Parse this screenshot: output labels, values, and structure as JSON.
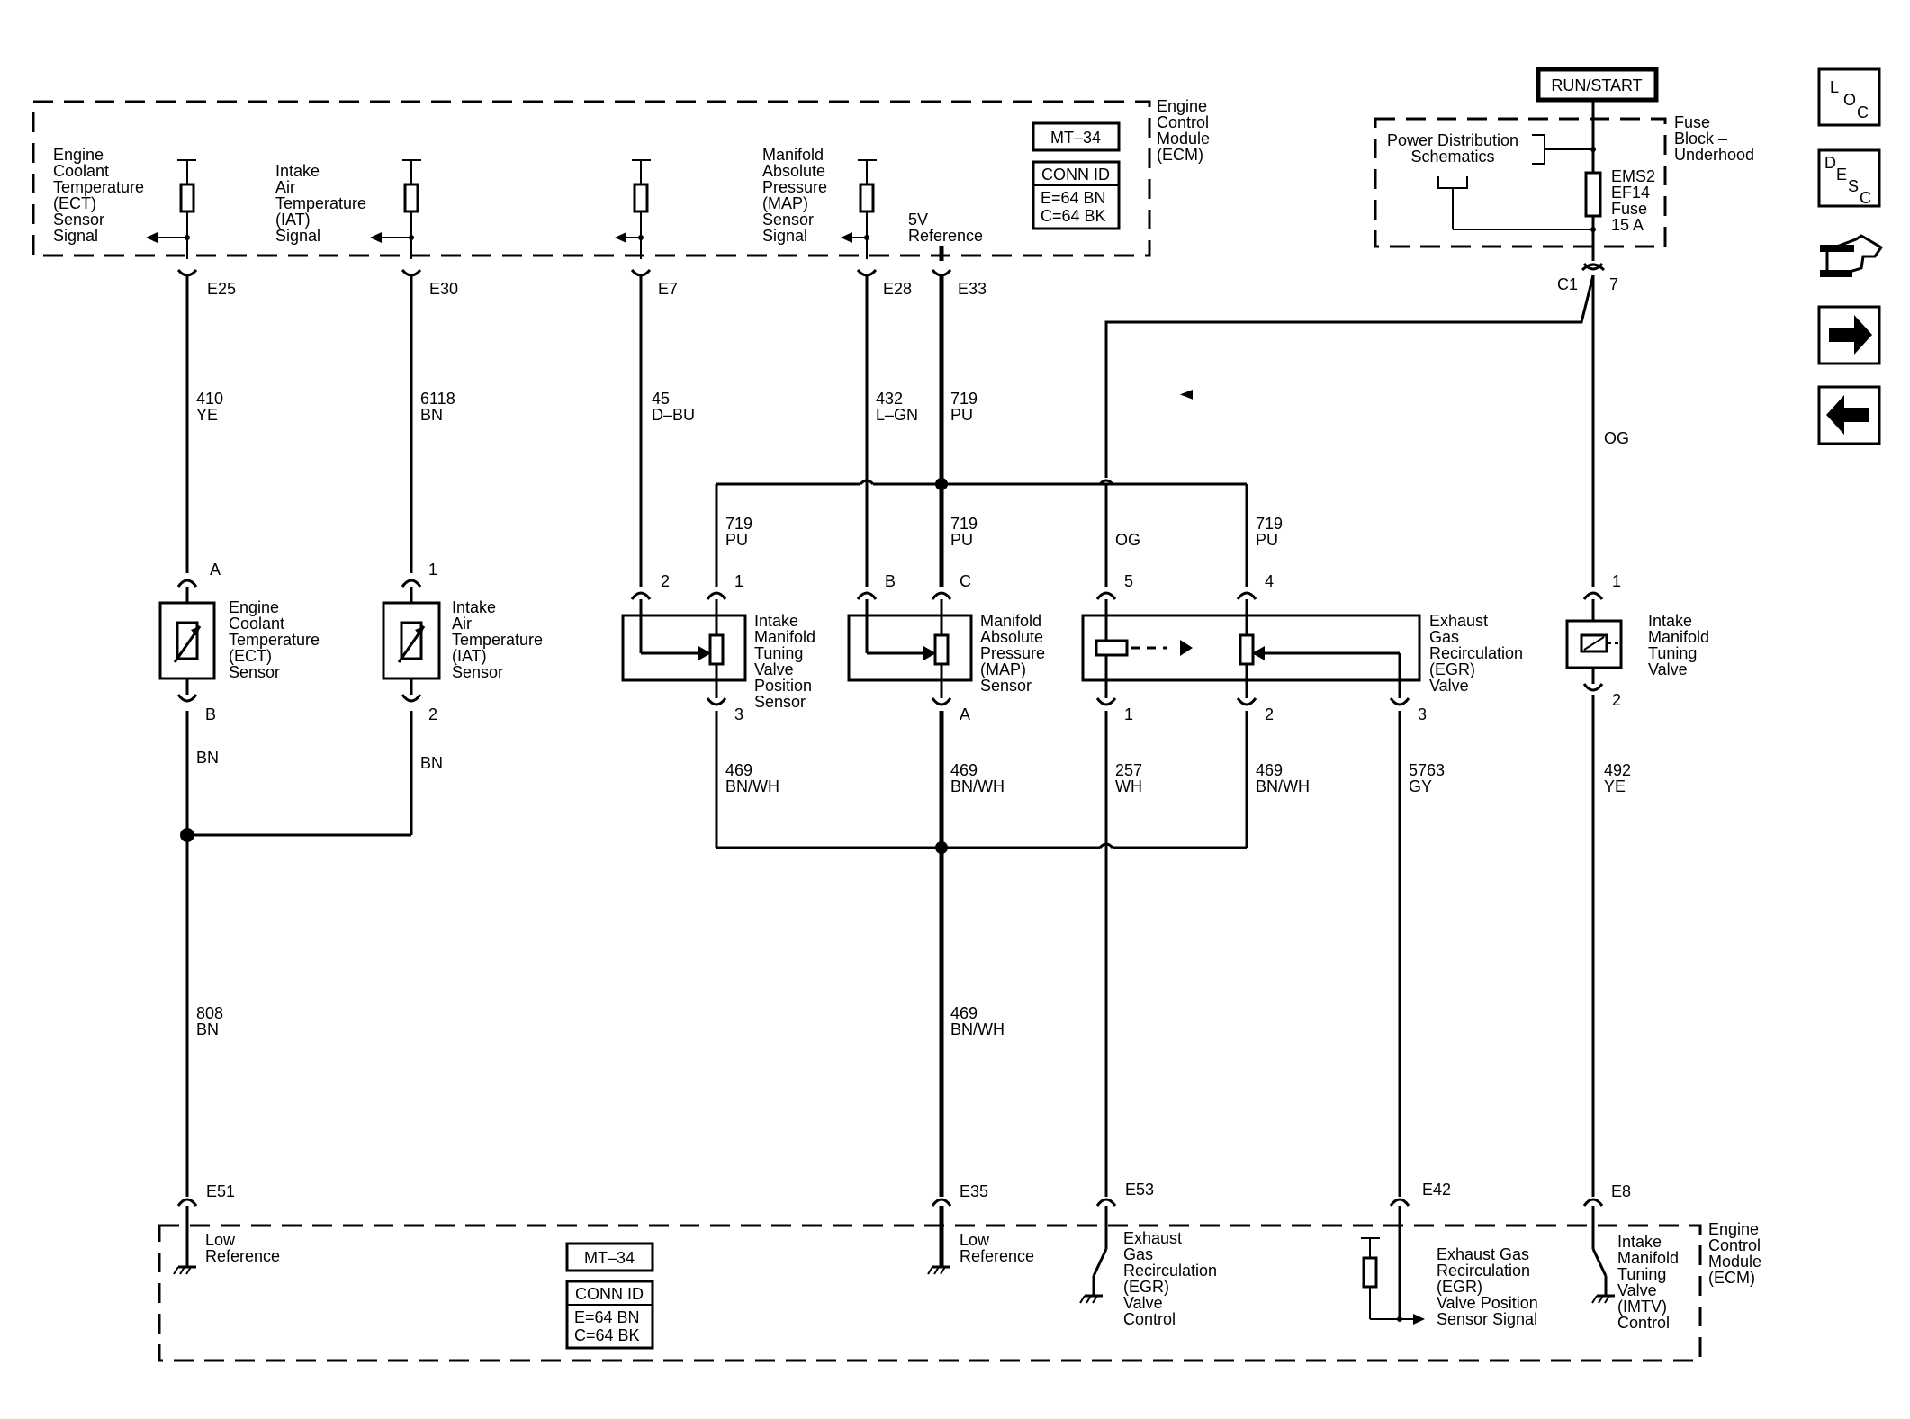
{
  "nav": {
    "loc": [
      "L",
      "O",
      "C"
    ],
    "desc": [
      "D",
      "E",
      "S",
      "C"
    ]
  },
  "run_start": "RUN/START",
  "fuse_block": [
    "Fuse",
    "Block –",
    "Underhood"
  ],
  "power_dist": [
    "Power Distribution",
    "Schematics"
  ],
  "fuse": [
    "EMS2",
    "EF14",
    "Fuse",
    "15 A"
  ],
  "c1": "C1",
  "c1_pin": "7",
  "ecm_top": [
    "Engine",
    "Control",
    "Module",
    "(ECM)"
  ],
  "ecm_bottom": [
    "Engine",
    "Control",
    "Module",
    "(ECM)"
  ],
  "mt_top": "MT–34",
  "conn_top": [
    "CONN ID",
    "E=64 BN",
    "C=64 BK"
  ],
  "mt_bottom": "MT–34",
  "conn_bottom": [
    "CONN ID",
    "E=64 BN",
    "C=64 BK"
  ],
  "ecm_signals": {
    "ect": [
      "Engine",
      "Coolant",
      "Temperature",
      "(ECT)",
      "Sensor",
      "Signal"
    ],
    "iat": [
      "Intake",
      "Air",
      "Temperature",
      "(IAT)",
      "Signal"
    ],
    "map": [
      "Manifold",
      "Absolute",
      "Pressure",
      "(MAP)",
      "Sensor",
      "Signal"
    ],
    "ref5v": [
      "5V",
      "Reference"
    ]
  },
  "pins_top": [
    "E25",
    "E30",
    "E7",
    "E28",
    "E33"
  ],
  "wires_top": {
    "w410": [
      "410",
      "YE"
    ],
    "w6118": [
      "6118",
      "BN"
    ],
    "w45": [
      "45",
      "D–BU"
    ],
    "w432": [
      "432",
      "L–GN"
    ],
    "w719": [
      "719",
      "PU"
    ],
    "og": "OG"
  },
  "branch_wires": {
    "imtv_pos": [
      "719",
      "PU"
    ],
    "map_c": [
      "719",
      "PU"
    ],
    "egr_og": "OG",
    "egr_4": [
      "719",
      "PU"
    ]
  },
  "ect_sensor": {
    "pin_top": "A",
    "pin_bottom": "B",
    "label": [
      "Engine",
      "Coolant",
      "Temperature",
      "(ECT)",
      "Sensor"
    ]
  },
  "iat_sensor": {
    "pin_top": "1",
    "pin_bottom": "2",
    "label": [
      "Intake",
      "Air",
      "Temperature",
      "(IAT)",
      "Sensor"
    ]
  },
  "imtv_pos_sensor": {
    "pin_a": "2",
    "pin_b": "1",
    "pin_c": "3",
    "label": [
      "Intake",
      "Manifold",
      "Tuning",
      "Valve",
      "Position",
      "Sensor"
    ]
  },
  "map_sensor": {
    "pin_a": "B",
    "pin_b": "C",
    "pin_c": "A",
    "label": [
      "Manifold",
      "Absolute",
      "Pressure",
      "(MAP)",
      "Sensor"
    ]
  },
  "egr_valve": {
    "pin_top1": "5",
    "pin_top2": "4",
    "pin_b1": "1",
    "pin_b2": "2",
    "pin_b3": "3",
    "label": [
      "Exhaust",
      "Gas",
      "Recirculation",
      "(EGR)",
      "Valve"
    ]
  },
  "imtv": {
    "pin_top": "1",
    "pin_bottom": "2",
    "label": [
      "Intake",
      "Manifold",
      "Tuning",
      "Valve"
    ]
  },
  "wires_bottom": {
    "bn1": "BN",
    "bn2": "BN",
    "w469a": [
      "469",
      "BN/WH"
    ],
    "w469b": [
      "469",
      "BN/WH"
    ],
    "w257": [
      "257",
      "WH"
    ],
    "w469c": [
      "469",
      "BN/WH"
    ],
    "w5763": [
      "5763",
      "GY"
    ],
    "w492": [
      "492",
      "YE"
    ],
    "w808": [
      "808",
      "BN"
    ],
    "w469d": [
      "469",
      "BN/WH"
    ]
  },
  "pins_bottom": [
    "E51",
    "E35",
    "E53",
    "E42",
    "E8"
  ],
  "ecm_bottom_labels": {
    "low_ref1": [
      "Low",
      "Reference"
    ],
    "low_ref2": [
      "Low",
      "Reference"
    ],
    "egr_ctrl": [
      "Exhaust",
      "Gas",
      "Recirculation",
      "(EGR)",
      "Valve",
      "Control"
    ],
    "egr_pos": [
      "Exhaust Gas",
      "Recirculation",
      "(EGR)",
      "Valve Position",
      "Sensor Signal"
    ],
    "imtv_ctrl": [
      "Intake",
      "Manifold",
      "Tuning",
      "Valve",
      "(IMTV)",
      "Control"
    ]
  }
}
